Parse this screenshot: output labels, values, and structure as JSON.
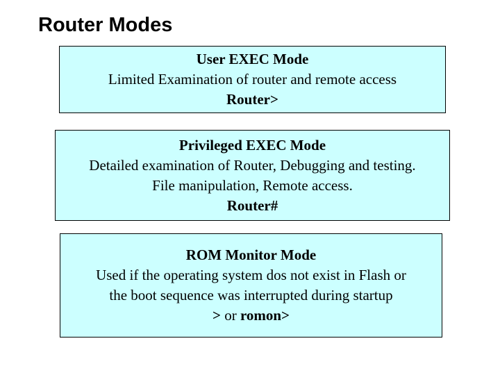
{
  "slide": {
    "title": "Router Modes"
  },
  "colors": {
    "background": "#FFFFFF",
    "box_fill": "#CCFFFF",
    "box_border": "#000000",
    "text": "#000000"
  },
  "boxes": [
    {
      "id": "user-exec",
      "heading": "User EXEC Mode",
      "description_lines": [
        "Limited Examination of router and remote access"
      ],
      "prompt": "Router>"
    },
    {
      "id": "privileged-exec",
      "heading": "Privileged EXEC Mode",
      "description_lines": [
        "Detailed examination of Router, Debugging and testing.",
        "File manipulation, Remote access."
      ],
      "prompt": "Router#"
    },
    {
      "id": "rom-monitor",
      "heading": "ROM Monitor Mode",
      "description_lines": [
        "Used if the operating system dos not exist in Flash or",
        "the boot sequence was interrupted during startup"
      ],
      "prompt_segments": {
        "seg1": ">",
        "seg2": " or ",
        "seg3": "romon>"
      }
    }
  ]
}
